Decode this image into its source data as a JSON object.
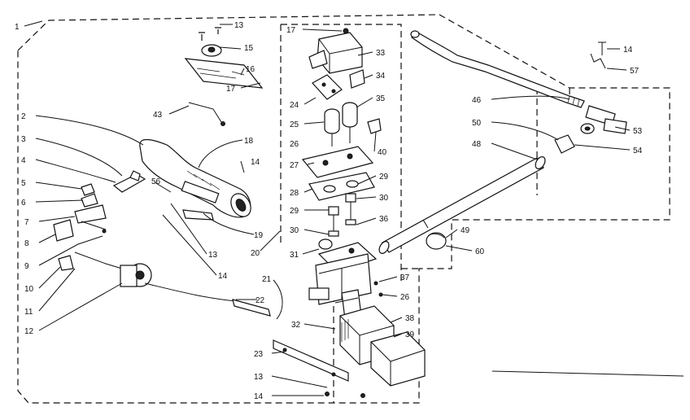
{
  "diagram": {
    "labels": [
      {
        "id": "l1",
        "text": "1"
      },
      {
        "id": "l2",
        "text": "2"
      },
      {
        "id": "l3",
        "text": "3"
      },
      {
        "id": "l4",
        "text": "4"
      },
      {
        "id": "l5",
        "text": "5"
      },
      {
        "id": "l6",
        "text": "6"
      },
      {
        "id": "l7",
        "text": "7"
      },
      {
        "id": "l8",
        "text": "8"
      },
      {
        "id": "l9",
        "text": "9"
      },
      {
        "id": "l10",
        "text": "10"
      },
      {
        "id": "l11",
        "text": "11"
      },
      {
        "id": "l12",
        "text": "12"
      },
      {
        "id": "l13a",
        "text": "13"
      },
      {
        "id": "l15",
        "text": "15"
      },
      {
        "id": "l16",
        "text": "16"
      },
      {
        "id": "l43",
        "text": "43"
      },
      {
        "id": "l17a",
        "text": "17"
      },
      {
        "id": "l17b",
        "text": "17"
      },
      {
        "id": "l18",
        "text": "18"
      },
      {
        "id": "l14a",
        "text": "14"
      },
      {
        "id": "l56",
        "text": "56"
      },
      {
        "id": "l19",
        "text": "19"
      },
      {
        "id": "l13b",
        "text": "13"
      },
      {
        "id": "l14b",
        "text": "14"
      },
      {
        "id": "l20",
        "text": "20"
      },
      {
        "id": "l21",
        "text": "21"
      },
      {
        "id": "l22",
        "text": "22"
      },
      {
        "id": "l33",
        "text": "33"
      },
      {
        "id": "l34",
        "text": "34"
      },
      {
        "id": "l24",
        "text": "24"
      },
      {
        "id": "l35",
        "text": "35"
      },
      {
        "id": "l25",
        "text": "25"
      },
      {
        "id": "l40",
        "text": "40"
      },
      {
        "id": "l26a",
        "text": "26"
      },
      {
        "id": "l27",
        "text": "27"
      },
      {
        "id": "l29a",
        "text": "29"
      },
      {
        "id": "l28",
        "text": "28"
      },
      {
        "id": "l30a",
        "text": "30"
      },
      {
        "id": "l29b",
        "text": "29"
      },
      {
        "id": "l36",
        "text": "36"
      },
      {
        "id": "l30b",
        "text": "30"
      },
      {
        "id": "l31",
        "text": "31"
      },
      {
        "id": "l37",
        "text": "37"
      },
      {
        "id": "l26b",
        "text": "26"
      },
      {
        "id": "l32",
        "text": "32"
      },
      {
        "id": "l38",
        "text": "38"
      },
      {
        "id": "l39",
        "text": "39"
      },
      {
        "id": "l23",
        "text": "23"
      },
      {
        "id": "l13c",
        "text": "13"
      },
      {
        "id": "l14c",
        "text": "14"
      },
      {
        "id": "l14d",
        "text": "14"
      },
      {
        "id": "l57",
        "text": "57"
      },
      {
        "id": "l46",
        "text": "46"
      },
      {
        "id": "l50",
        "text": "50"
      },
      {
        "id": "l53",
        "text": "53"
      },
      {
        "id": "l54",
        "text": "54"
      },
      {
        "id": "l48",
        "text": "48"
      },
      {
        "id": "l49",
        "text": "49"
      },
      {
        "id": "l60",
        "text": "60"
      }
    ]
  }
}
